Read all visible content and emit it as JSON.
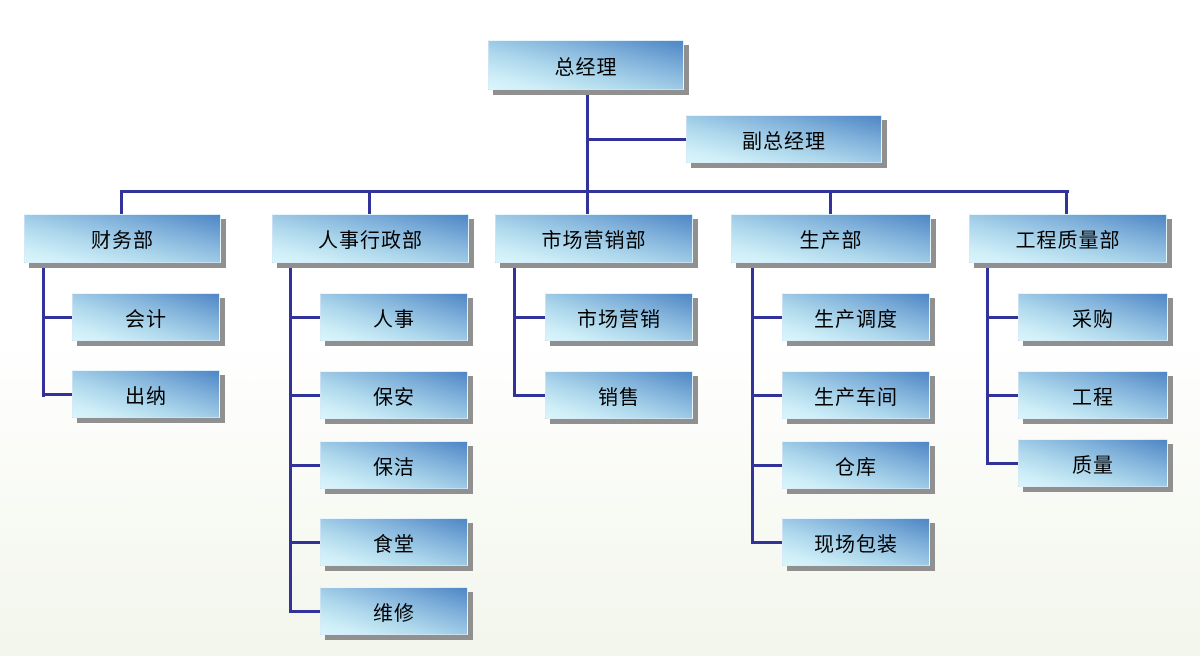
{
  "chart": {
    "type": "org-chart",
    "root": {
      "label": "总经理"
    },
    "deputy": {
      "label": "副总经理"
    },
    "departments": [
      {
        "label": "财务部",
        "children": [
          "会计",
          "出纳"
        ]
      },
      {
        "label": "人事行政部",
        "children": [
          "人事",
          "保安",
          "保洁",
          "食堂",
          "维修"
        ]
      },
      {
        "label": "市场营销部",
        "children": [
          "市场营销",
          "销售"
        ]
      },
      {
        "label": "生产部",
        "children": [
          "生产调度",
          "生产车间",
          "仓库",
          "现场包装"
        ]
      },
      {
        "label": "工程质量部",
        "children": [
          "采购",
          "工程",
          "质量"
        ]
      }
    ],
    "colors": {
      "connector": "#32329b",
      "box_gradient_dark": "#4e86c5",
      "box_gradient_light": "#daf5fb",
      "box_shadow": "#909090",
      "text": "#000000"
    }
  }
}
